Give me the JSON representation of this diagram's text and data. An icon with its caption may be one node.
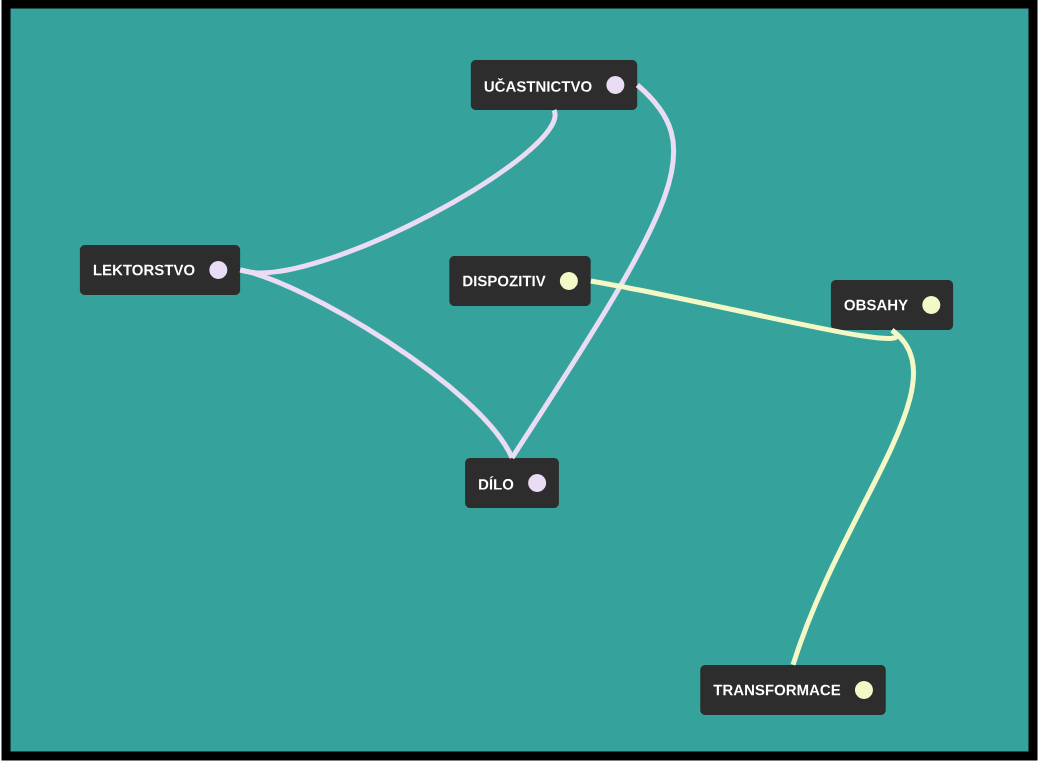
{
  "diagram": {
    "nodes": [
      {
        "text": [
          "UČASTNICTVO"
        ]
      },
      {
        "text": [
          "LEKTORSTVO"
        ]
      },
      {
        "text": [
          "DISPOZITIV"
        ]
      },
      {
        "text": [
          "OBSAHY"
        ]
      },
      {
        "text": [
          "DÍLO"
        ]
      },
      {
        "text": [
          "TRANSFORMACE"
        ]
      }
    ],
    "edges": [
      {
        "from": 1,
        "to": 0,
        "arrow": "none"
      },
      {
        "from": 1,
        "to": 4,
        "arrow": "none"
      },
      {
        "from": 0,
        "to": 4,
        "arrow": "none"
      },
      {
        "from": 2,
        "to": 3,
        "arrow": "none",
        "color": "#f4f8c6"
      },
      {
        "from": 3,
        "to": 5,
        "arrow": "none",
        "color": "#f4f8c6"
      }
    ]
  }
}
